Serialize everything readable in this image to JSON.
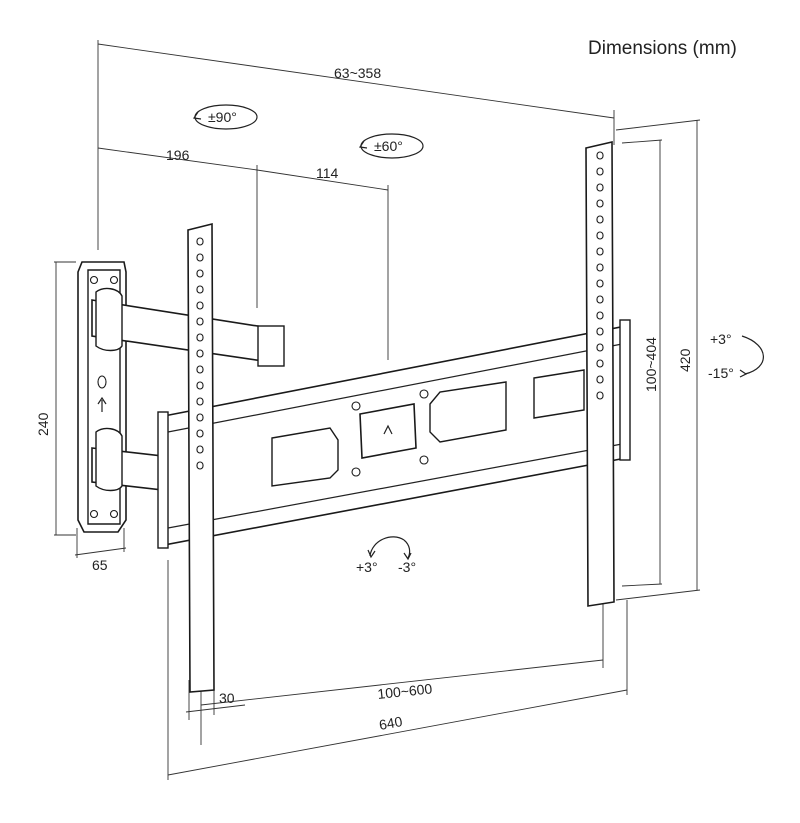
{
  "title": "Dimensions (mm)",
  "labels": {
    "depth": "63~358",
    "rot_arm": "±90°",
    "rot_plate": "±60°",
    "arm1": "196",
    "arm2": "114",
    "wall_height": "240",
    "wall_depth": "65",
    "vesa_v": "100~404",
    "rail_height": "420",
    "tilt_up": "+3°",
    "tilt_down": "-15°",
    "level_plus": "+3°",
    "level_minus": "-3°",
    "vesa_h": "100~600",
    "offset": "30",
    "width": "640"
  },
  "colors": {
    "line": "#222222",
    "background": "#ffffff"
  }
}
